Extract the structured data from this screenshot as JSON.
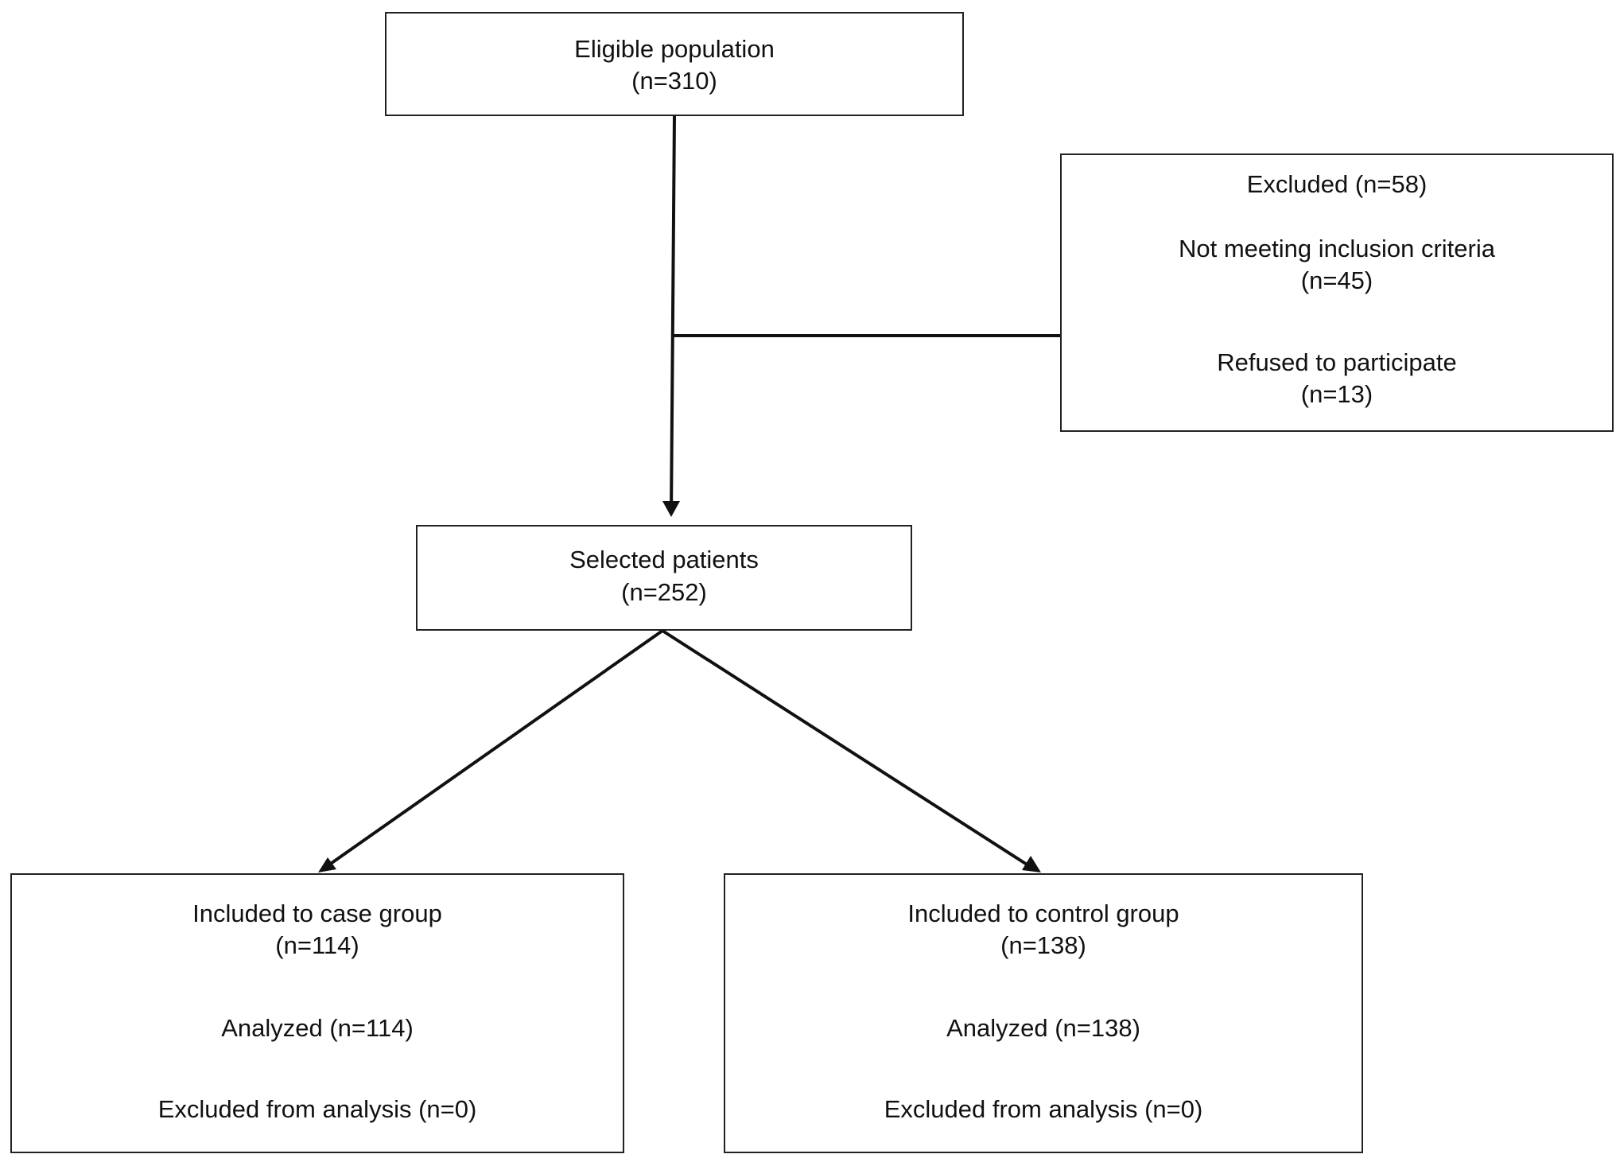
{
  "eligible": {
    "title": "Eligible population",
    "count": "(n=310)"
  },
  "excluded": {
    "title": "Excluded (n=58)",
    "reason1_label": "Not meeting inclusion criteria",
    "reason1_count": "(n=45)",
    "reason2_label": "Refused to participate",
    "reason2_count": "(n=13)"
  },
  "selected": {
    "title": "Selected patients",
    "count": "(n=252)"
  },
  "case_group": {
    "title": "Included to case group",
    "count": "(n=114)",
    "analyzed": "Analyzed (n=114)",
    "excluded_analysis": "Excluded from analysis (n=0)"
  },
  "control_group": {
    "title": "Included to control group",
    "count": "(n=138)",
    "analyzed": "Analyzed (n=138)",
    "excluded_analysis": "Excluded from analysis (n=0)"
  }
}
